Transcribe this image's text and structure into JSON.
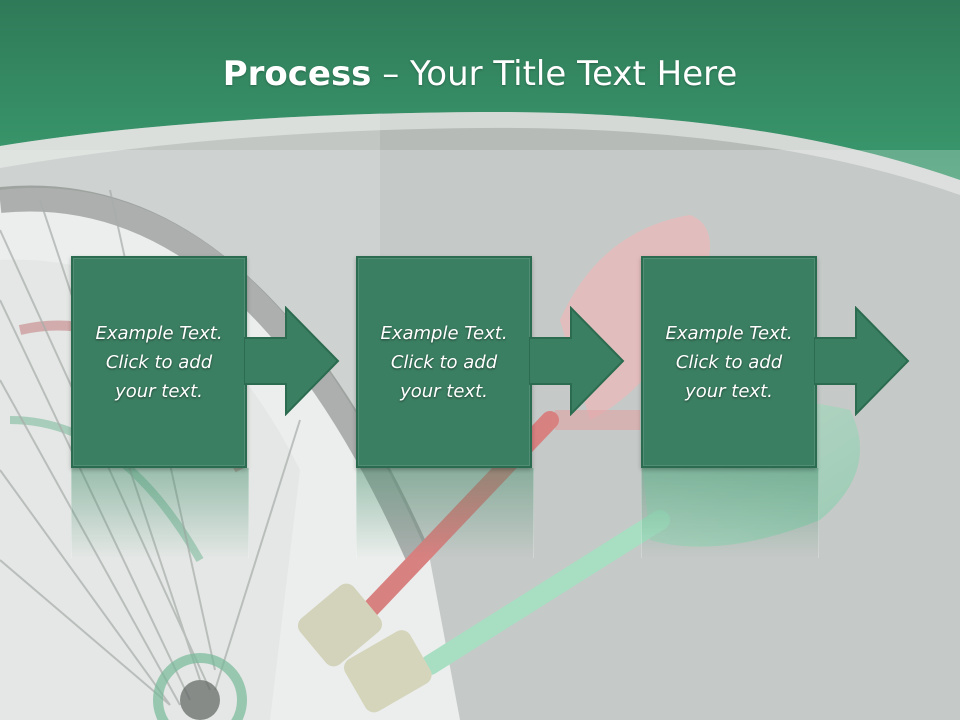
{
  "slide": {
    "title_bold": "Process",
    "title_rest": " – Your Title Text Here"
  },
  "steps": [
    {
      "lines": [
        "Example Text.",
        "Click  to add",
        "your text."
      ]
    },
    {
      "lines": [
        "Example Text.",
        "Click  to add",
        "your text."
      ]
    },
    {
      "lines": [
        "Example Text.",
        "Click  to add",
        "your text."
      ]
    }
  ],
  "colors": {
    "header_green": "#3a9a6e",
    "box_fill": "#3b7f62",
    "box_border": "#2b6b4f",
    "text": "#ffffff"
  }
}
